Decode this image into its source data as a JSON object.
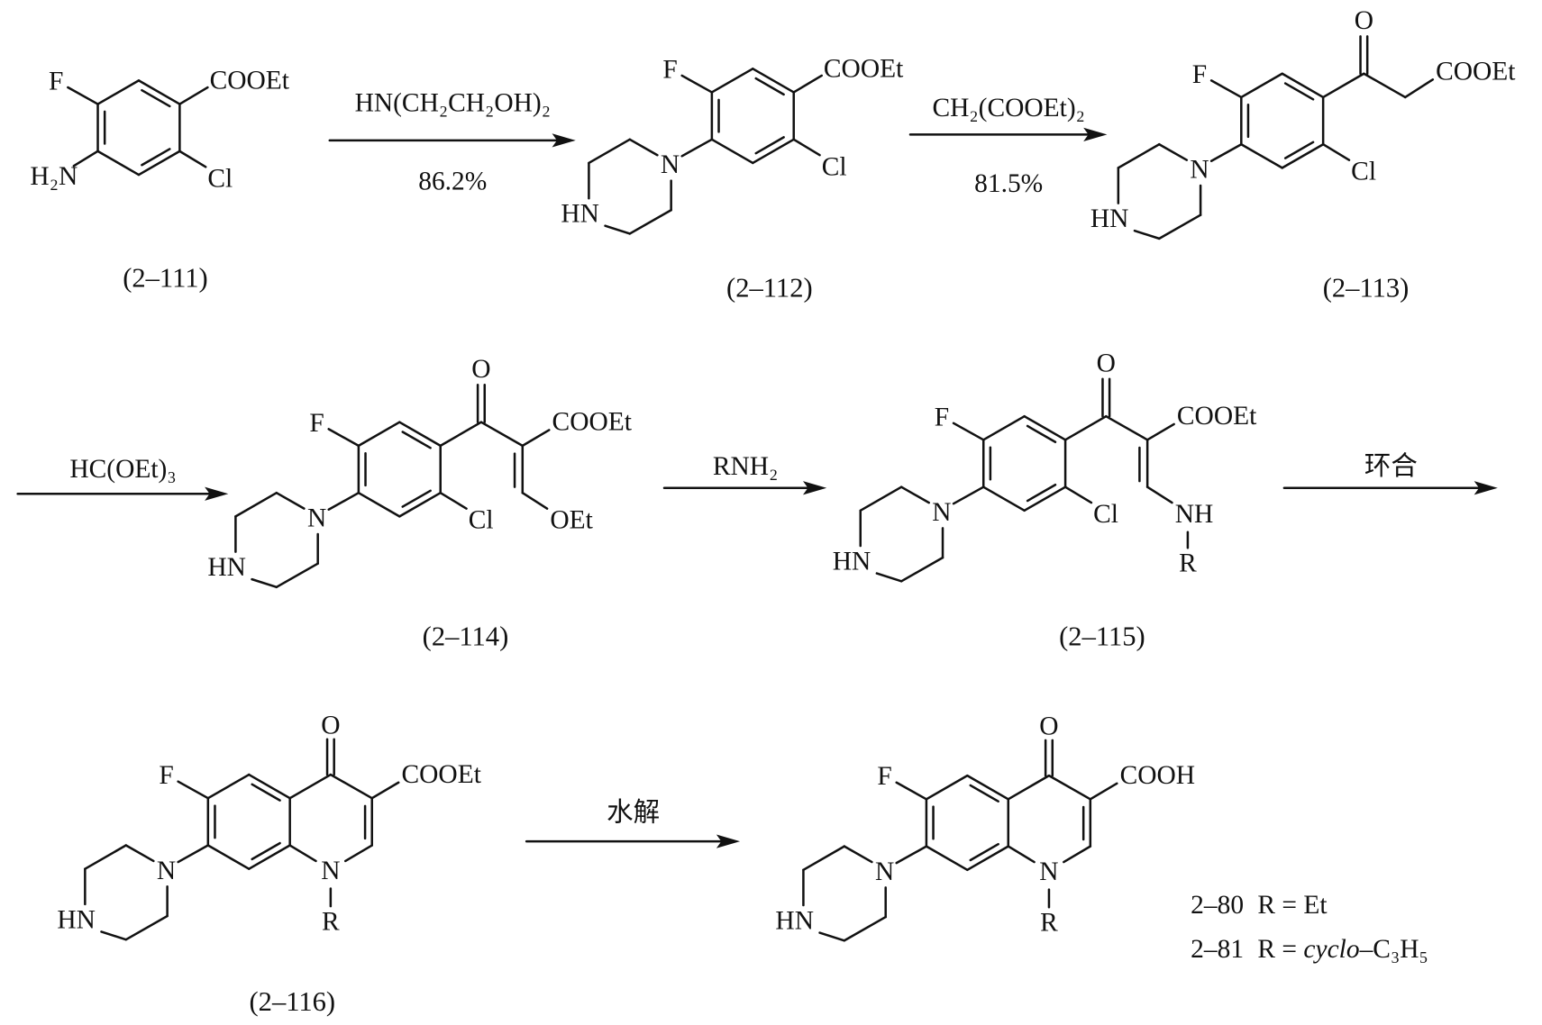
{
  "compounds": [
    {
      "id": "(2–111)",
      "labels": {
        "F": "F",
        "amine": "H₂N",
        "ester": "COOEt",
        "cl": "Cl"
      }
    },
    {
      "id": "(2–112)",
      "labels": {
        "F": "F",
        "N": "N",
        "NH": "HN",
        "ester": "COOEt",
        "cl": "Cl"
      }
    },
    {
      "id": "(2–113)",
      "labels": {
        "F": "F",
        "N": "N",
        "NH": "HN",
        "O": "O",
        "ester": "COOEt",
        "cl": "Cl"
      }
    },
    {
      "id": "(2–114)",
      "labels": {
        "F": "F",
        "N": "N",
        "NH": "HN",
        "O": "O",
        "ester": "COOEt",
        "cl": "Cl",
        "oet": "OEt"
      }
    },
    {
      "id": "(2–115)",
      "labels": {
        "F": "F",
        "N": "N",
        "NH": "HN",
        "O": "O",
        "ester": "COOEt",
        "cl": "Cl",
        "amine": "NH",
        "r": "R"
      }
    },
    {
      "id": "(2–116)",
      "labels": {
        "F": "F",
        "N": "N",
        "NH": "HN",
        "O": "O",
        "ester": "COOEt",
        "n1": "N",
        "r": "R"
      }
    },
    {
      "labels": {
        "F": "F",
        "N": "N",
        "NH": "HN",
        "O": "O",
        "acid": "COOH",
        "n1": "N",
        "r": "R"
      }
    }
  ],
  "reactions": [
    {
      "reagent": "HN(CH₂CH₂OH)₂",
      "yield": "86.2%"
    },
    {
      "reagent": "CH₂(COOEt)₂",
      "yield": "81.5%"
    },
    {
      "reagent": "HC(OEt)₃"
    },
    {
      "reagent": "RNH₂"
    },
    {
      "reagent": "环合"
    },
    {
      "reagent": "水解"
    }
  ],
  "legend": [
    {
      "id": "2–80",
      "prefix": "R = ",
      "italic": "",
      "suffix": "Et"
    },
    {
      "id": "2–81",
      "prefix": "R = ",
      "italic": "cyclo",
      "suffix": "–C₃H₅"
    }
  ]
}
